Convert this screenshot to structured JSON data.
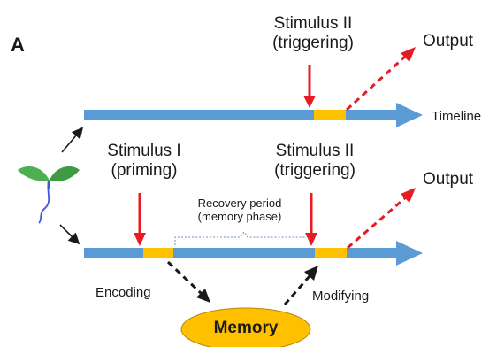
{
  "panel_label": "A",
  "top": {
    "stimulus_line1": "Stimulus II",
    "stimulus_line2": "(triggering)",
    "output": "Output",
    "timeline": "Timeline"
  },
  "bottom": {
    "stimulus1_line1": "Stimulus I",
    "stimulus1_line2": "(priming)",
    "stimulus2_line1": "Stimulus II",
    "stimulus2_line2": "(triggering)",
    "output": "Output",
    "recovery_line1": "Recovery period",
    "recovery_line2": "(memory phase)",
    "encoding": "Encoding",
    "modifying": "Modifying",
    "memory": "Memory"
  },
  "colors": {
    "timeline": "#5b9bd5",
    "stimulus_block": "#ffc000",
    "stimulus_arrow": "#e81b23",
    "output_arrow": "#e81b23",
    "memory_fill": "#ffc000",
    "plant_leaf": "#4caf50",
    "root": "#3b5bdb"
  }
}
